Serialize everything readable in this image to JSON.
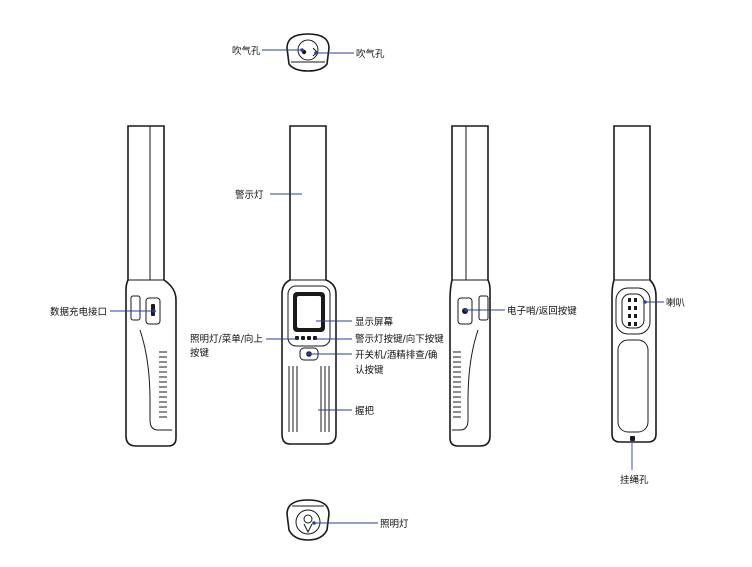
{
  "labels": {
    "blow_hole_left": "吹气孔",
    "blow_hole_right": "吹气孔",
    "warning_light": "警示灯",
    "charging_port": "数据充电接口",
    "display_screen": "显示屏幕",
    "light_menu_up_line1": "照明灯/菜单/向上",
    "light_menu_up_line2": "按键",
    "warning_down_key": "警示灯按键/向下按键",
    "power_key_line1": "开关机/酒精排查/确",
    "power_key_line2": "认按键",
    "grip": "握把",
    "whistle_back_key": "电子哨/返回按键",
    "speaker": "喇叭",
    "lanyard_hole": "挂绳孔",
    "illumination_light": "照明灯"
  },
  "colors": {
    "callout_line": "#2b3f9e",
    "outline": "#1a1a1a"
  }
}
